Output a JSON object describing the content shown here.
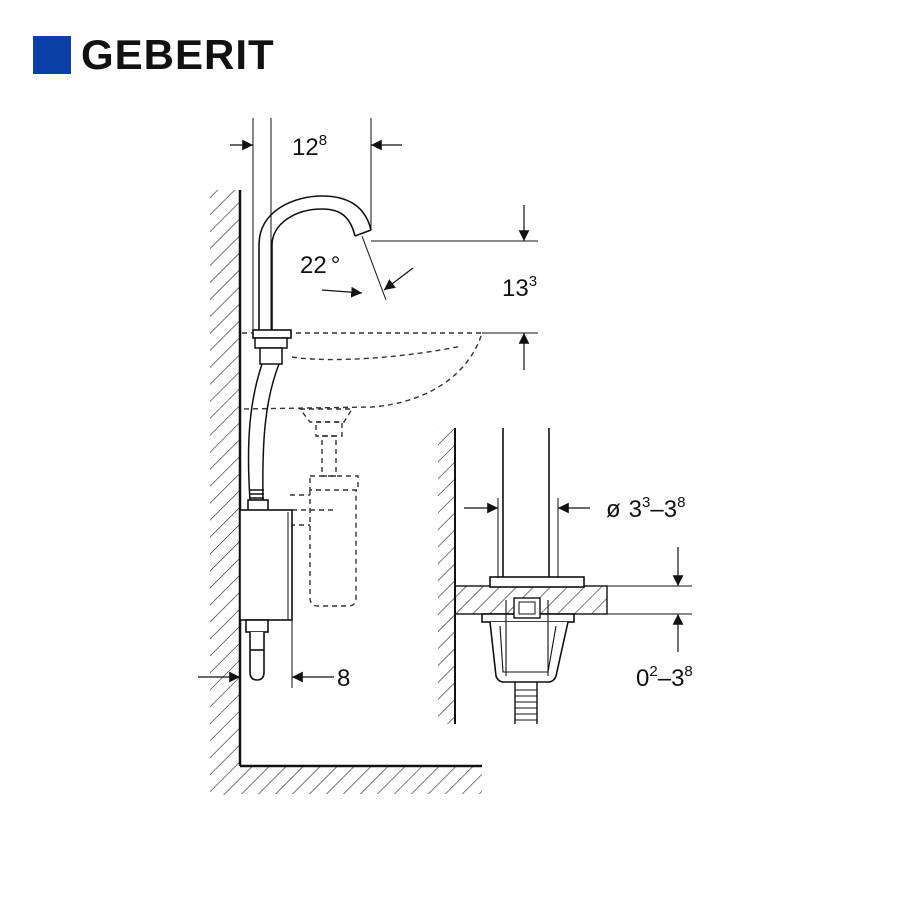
{
  "brand": {
    "name": "GEBERIT",
    "color": "#0b3fa8"
  },
  "dimensions": {
    "spout_reach": {
      "base": "12",
      "sup": "8"
    },
    "spout_angle": {
      "base": "22",
      "unit": "°"
    },
    "spout_height": {
      "base": "13",
      "sup": "3"
    },
    "wall_clearance": {
      "base": "8"
    },
    "hole_diameter": {
      "prefix": "ø",
      "base1": "3",
      "sup1": "3",
      "dash": "–",
      "base2": "3",
      "sup2": "8"
    },
    "counter_thickness": {
      "base1": "0",
      "sup1": "2",
      "dash": "–",
      "base2": "3",
      "sup2": "8"
    }
  }
}
